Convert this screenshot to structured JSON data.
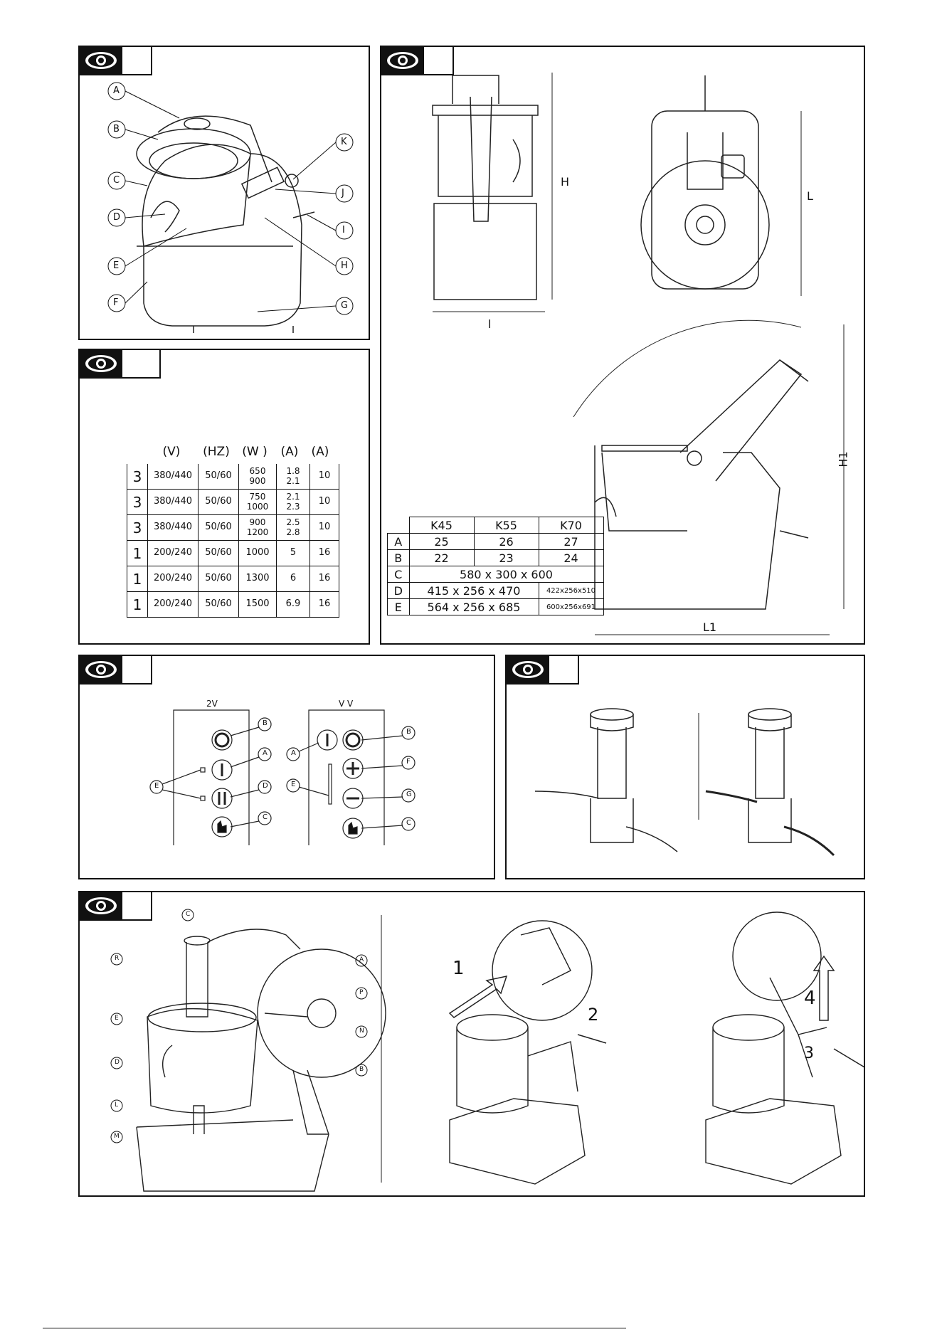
{
  "panel1": {
    "labels_left": [
      "A",
      "B",
      "C",
      "D",
      "E",
      "F"
    ],
    "labels_right": [
      "K",
      "J",
      "I",
      "H",
      "G"
    ]
  },
  "panel2": {
    "dims": {
      "H": "H",
      "L": "L",
      "l": "l",
      "H1": "H1",
      "L1": "L1"
    },
    "table": {
      "header": [
        "",
        "K45",
        "K55",
        "K70"
      ],
      "rows": [
        [
          "A",
          "25",
          "26",
          "27"
        ],
        [
          "B",
          "22",
          "23",
          "24"
        ],
        [
          "C",
          "580 x 300 x 600"
        ],
        [
          "D",
          "415 x 256 x 470",
          "422x256x510"
        ],
        [
          "E",
          "564 x 256 x 685",
          "600x256x691"
        ]
      ]
    }
  },
  "panel3": {
    "header": [
      "",
      "(V)",
      "(HZ)",
      "(W )",
      "(A)",
      "(A)"
    ],
    "rows": [
      [
        "3",
        "380/440",
        "50/60",
        "650\n900",
        "1.8\n2.1",
        "10"
      ],
      [
        "3",
        "380/440",
        "50/60",
        "750\n1000",
        "2.1\n2.3",
        "10"
      ],
      [
        "3",
        "380/440",
        "50/60",
        "900\n1200",
        "2.5\n2.8",
        "10"
      ],
      [
        "1",
        "200/240",
        "50/60",
        "1000",
        "5",
        "16"
      ],
      [
        "1",
        "200/240",
        "50/60",
        "1300",
        "6",
        "16"
      ],
      [
        "1",
        "200/240",
        "50/60",
        "1500",
        "6.9",
        "16"
      ]
    ]
  },
  "panel4": {
    "title_left": "2V",
    "title_right": "V V",
    "left_labels": [
      "B",
      "A",
      "D",
      "C",
      "E"
    ],
    "right_labels": [
      "A",
      "B",
      "F",
      "E",
      "G",
      "C"
    ]
  },
  "panel6": {
    "labels_left": [
      "C",
      "R",
      "E",
      "D",
      "L",
      "M"
    ],
    "labels_right": [
      "A",
      "P",
      "N",
      "B"
    ],
    "steps": [
      "1",
      "2",
      "3",
      "4"
    ]
  }
}
